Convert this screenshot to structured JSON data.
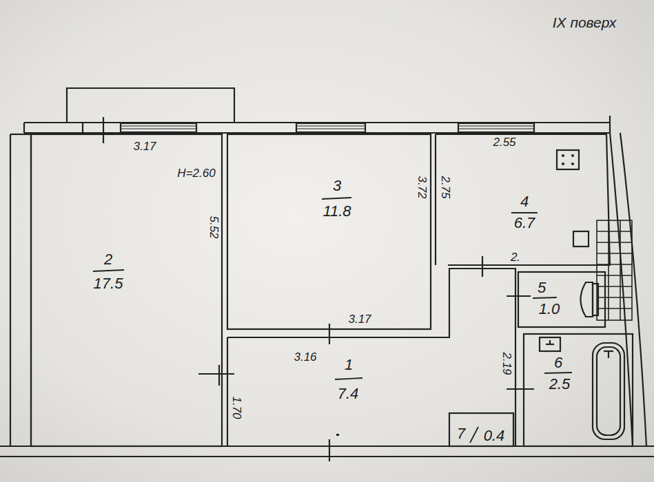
{
  "diagram": {
    "title": "IX поверх",
    "nodes": [
      {
        "text": [
          "2",
          "17.5"
        ]
      },
      {
        "text": [
          "3",
          "11.8"
        ]
      },
      {
        "text": [
          "4",
          "6.7"
        ]
      },
      {
        "text": [
          "5",
          "1.0"
        ]
      },
      {
        "text": [
          "1",
          "7.4"
        ]
      },
      {
        "text": [
          "7",
          "0.4"
        ]
      },
      {
        "text": [
          "6",
          "2.5"
        ]
      }
    ],
    "labels": [
      "3.17",
      "Н=2.60",
      "5.52",
      "3.72",
      "2.75",
      "2.55",
      "3.17",
      "3.16",
      "1.70",
      "2.19",
      "2."
    ]
  }
}
